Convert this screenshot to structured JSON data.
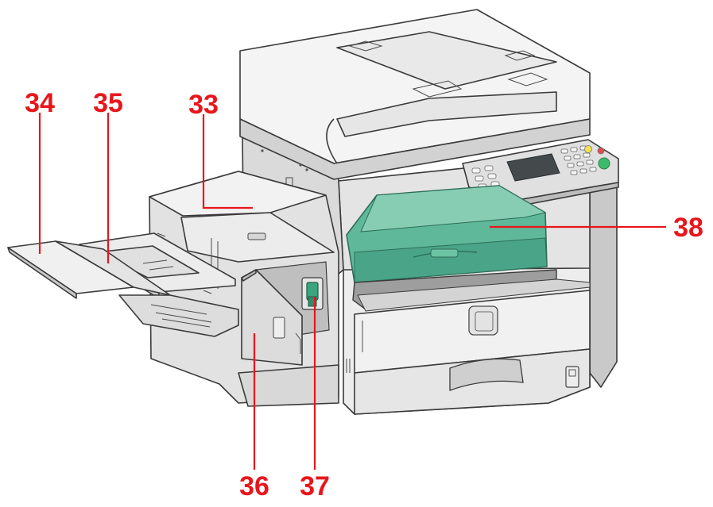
{
  "colors": {
    "callout": "#e8161c",
    "body_light": "#f2f2f2",
    "body_mid": "#dcdcdc",
    "body_dark": "#bdbdbd",
    "toner_green": "#5fb89a",
    "stapler_green": "#3aa57e",
    "panel_display": "#444a4c",
    "led_yellow": "#f3e34c",
    "led_red": "#e04a4a",
    "start_green": "#3cbc6a"
  },
  "callouts": [
    {
      "id": "34",
      "label": "34"
    },
    {
      "id": "35",
      "label": "35"
    },
    {
      "id": "33",
      "label": "33"
    },
    {
      "id": "38",
      "label": "38"
    },
    {
      "id": "36",
      "label": "36"
    },
    {
      "id": "37",
      "label": "37"
    }
  ]
}
